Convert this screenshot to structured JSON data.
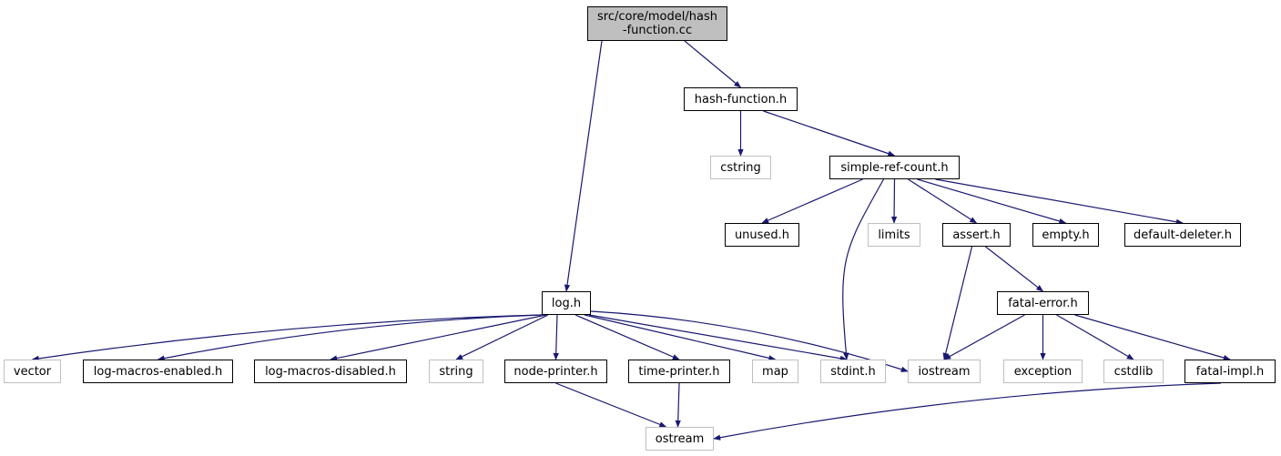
{
  "diagram": {
    "type": "include-dependency-graph",
    "edge_color": "#191970",
    "root": {
      "line1": "src/core/model/hash",
      "line2": "-function.cc"
    },
    "nodes": {
      "hash_function_h": "hash-function.h",
      "cstring": "cstring",
      "simple_ref_count_h": "simple-ref-count.h",
      "unused_h": "unused.h",
      "limits": "limits",
      "assert_h": "assert.h",
      "empty_h": "empty.h",
      "default_deleter_h": "default-deleter.h",
      "log_h": "log.h",
      "fatal_error_h": "fatal-error.h",
      "vector": "vector",
      "log_macros_enabled_h": "log-macros-enabled.h",
      "log_macros_disabled_h": "log-macros-disabled.h",
      "string": "string",
      "node_printer_h": "node-printer.h",
      "time_printer_h": "time-printer.h",
      "map": "map",
      "stdint_h": "stdint.h",
      "iostream": "iostream",
      "exception": "exception",
      "cstdlib": "cstdlib",
      "fatal_impl_h": "fatal-impl.h",
      "ostream": "ostream"
    },
    "external_nodes": [
      "cstring",
      "limits",
      "vector",
      "string",
      "map",
      "stdint_h",
      "iostream",
      "exception",
      "cstdlib",
      "ostream"
    ],
    "edges": [
      [
        "root",
        "hash_function_h"
      ],
      [
        "root",
        "log_h"
      ],
      [
        "hash_function_h",
        "cstring"
      ],
      [
        "hash_function_h",
        "simple_ref_count_h"
      ],
      [
        "simple_ref_count_h",
        "unused_h"
      ],
      [
        "simple_ref_count_h",
        "stdint_h"
      ],
      [
        "simple_ref_count_h",
        "limits"
      ],
      [
        "simple_ref_count_h",
        "assert_h"
      ],
      [
        "simple_ref_count_h",
        "empty_h"
      ],
      [
        "simple_ref_count_h",
        "default_deleter_h"
      ],
      [
        "assert_h",
        "iostream"
      ],
      [
        "assert_h",
        "fatal_error_h"
      ],
      [
        "fatal_error_h",
        "iostream"
      ],
      [
        "fatal_error_h",
        "exception"
      ],
      [
        "fatal_error_h",
        "cstdlib"
      ],
      [
        "fatal_error_h",
        "fatal_impl_h"
      ],
      [
        "fatal_impl_h",
        "ostream"
      ],
      [
        "log_h",
        "vector"
      ],
      [
        "log_h",
        "log_macros_enabled_h"
      ],
      [
        "log_h",
        "log_macros_disabled_h"
      ],
      [
        "log_h",
        "string"
      ],
      [
        "log_h",
        "node_printer_h"
      ],
      [
        "log_h",
        "time_printer_h"
      ],
      [
        "log_h",
        "map"
      ],
      [
        "log_h",
        "stdint_h"
      ],
      [
        "log_h",
        "iostream"
      ],
      [
        "node_printer_h",
        "ostream"
      ],
      [
        "time_printer_h",
        "ostream"
      ]
    ]
  }
}
